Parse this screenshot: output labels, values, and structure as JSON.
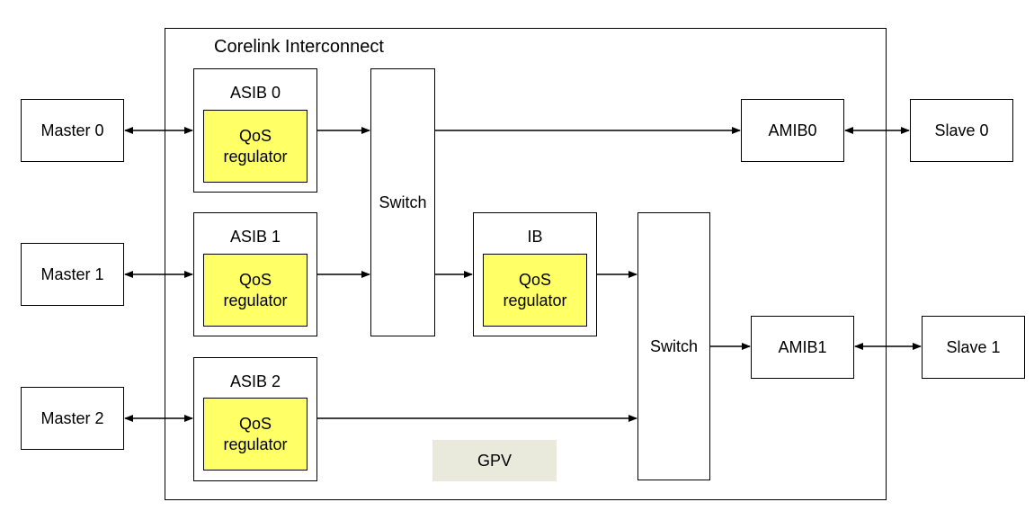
{
  "interconnect": {
    "title": "Corelink Interconnect",
    "gpv": "GPV"
  },
  "masters": [
    "Master 0",
    "Master 1",
    "Master 2"
  ],
  "slaves": [
    "Slave 0",
    "Slave 1"
  ],
  "asibs": [
    {
      "label": "ASIB 0",
      "qos": "QoS\nregulator"
    },
    {
      "label": "ASIB 1",
      "qos": "QoS\nregulator"
    },
    {
      "label": "ASIB 2",
      "qos": "QoS\nregulator"
    }
  ],
  "ib": {
    "label": "IB",
    "qos": "QoS\nregulator"
  },
  "switches": [
    "Switch",
    "Switch"
  ],
  "amibs": [
    "AMIB0",
    "AMIB1"
  ],
  "colors": {
    "qos_fill": "#ffff66",
    "gpv_fill": "#e9e9dc",
    "line": "#000000"
  }
}
